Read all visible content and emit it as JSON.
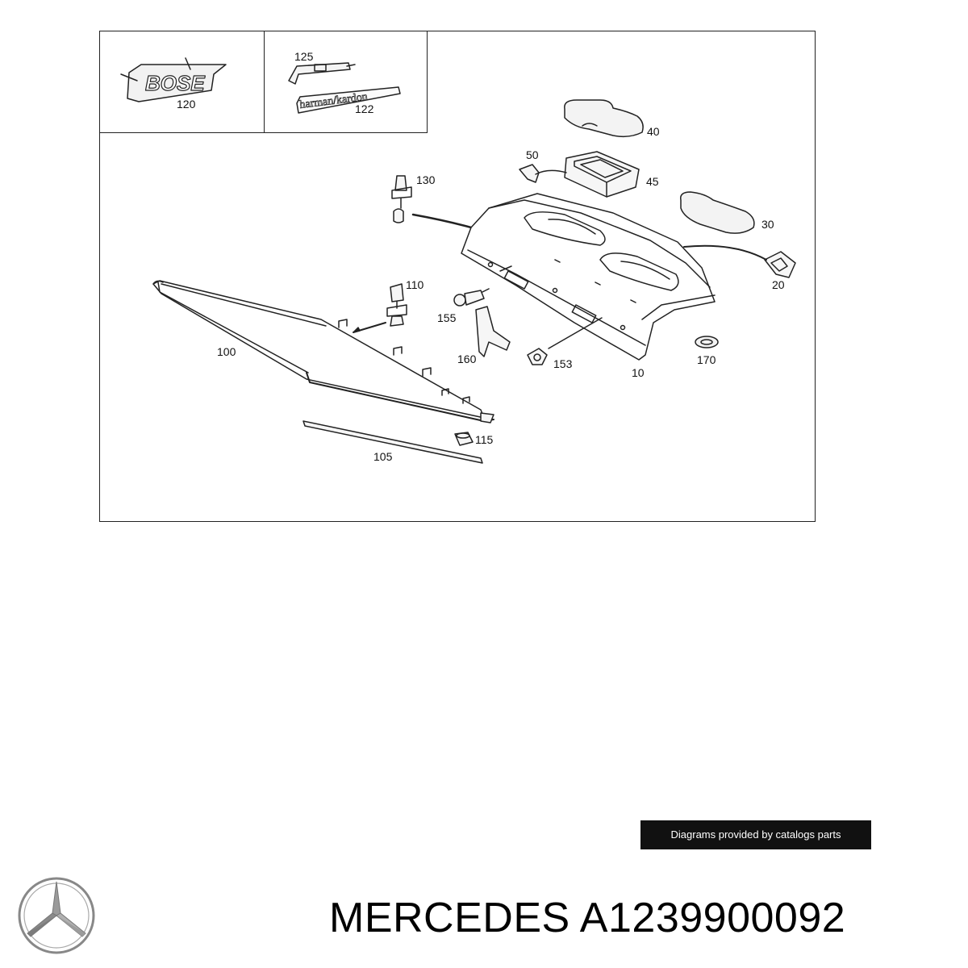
{
  "diagram": {
    "callouts": {
      "c120": "120",
      "c125": "125",
      "c122": "122",
      "c40": "40",
      "c50": "50",
      "c45": "45",
      "c130": "130",
      "c30": "30",
      "c20": "20",
      "c110": "110",
      "c155": "155",
      "c100": "100",
      "c160": "160",
      "c153": "153",
      "c10": "10",
      "c170": "170",
      "c115": "115",
      "c105": "105"
    },
    "emblems": {
      "bose": "BOSE",
      "harman_kardon": "harman/kardon"
    }
  },
  "banner": {
    "text": "Diagrams provided by catalogs parts"
  },
  "brand": {
    "name": "MERCEDES",
    "part_number": "A1239900092"
  }
}
